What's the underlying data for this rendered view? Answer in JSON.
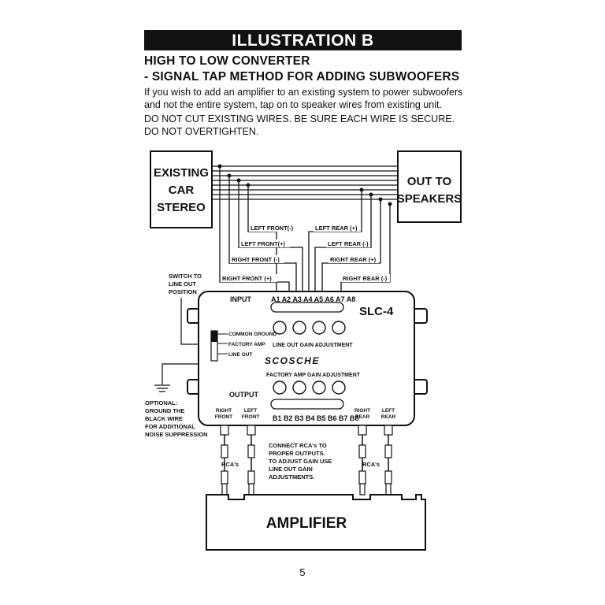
{
  "header": {
    "banner": "ILLUSTRATION B",
    "heading1": "HIGH TO LOW CONVERTER",
    "heading2": "- SIGNAL TAP METHOD FOR ADDING SUBWOOFERS",
    "para1_line1": "If you wish to add an amplifier to an existing system to power subwoofers",
    "para1_line2": "and not the entire system, tap on to speaker wires from existing unit.",
    "para2_line1": "DO NOT CUT EXISTING WIRES. BE SURE EACH WIRE IS SECURE.",
    "para2_line2": "DO NOT OVERTIGHTEN."
  },
  "diagram": {
    "stereo_line1": "EXISTING",
    "stereo_line2": "CAR",
    "stereo_line3": "STEREO",
    "speakers_line1": "OUT TO",
    "speakers_line2": "SPEAKERS",
    "wire_left_front_neg": "LEFT FRONT(-)",
    "wire_left_front_pos": "LEFT FRONT(+)",
    "wire_right_front_neg": "RIGHT FRONT (-)",
    "wire_right_front_pos": "RIGHT FRONT (+)",
    "wire_left_rear_pos": "LEFT REAR (+)",
    "wire_left_rear_neg": "LEFT REAR (-)",
    "wire_right_rear_pos": "RIGHT REAR (+)",
    "wire_right_rear_neg": "RIGHT REAR (-)",
    "switch_line1": "SWITCH TO",
    "switch_line2": "LINE OUT",
    "switch_line3": "POSITION",
    "input_label": "INPUT",
    "input_pins": "A1 A2 A3 A4 A5 A6 A7 A8",
    "model": "SLC-4",
    "switch_common_ground": "COMMON GROUND",
    "switch_factory_amp": "FACTORY AMP",
    "switch_line_out": "LINE OUT",
    "line_out_gain": "LINE OUT GAIN ADJUSTMENT",
    "brand": "SCOSCHE",
    "factory_amp_gain": "FACTORY AMP GAIN ADJUSTMENT",
    "output_label": "OUTPUT",
    "output_pins": "B1 B2 B3 B4 B5 B6 B7 B8",
    "out_right_front_1": "RIGHT",
    "out_right_front_2": "FRONT",
    "out_left_front_1": "LEFT",
    "out_left_front_2": "FRONT",
    "out_right_rear_1": "RIGHT",
    "out_right_rear_2": "REAR",
    "out_left_rear_1": "LEFT",
    "out_left_rear_2": "REAR",
    "ground_line1": "OPTIONAL:",
    "ground_line2": "GROUND THE",
    "ground_line3": "BLACK WIRE",
    "ground_line4": "FOR ADDITIONAL",
    "ground_line5": "NOISE SUPPRESSION",
    "rca_left": "RCA's",
    "rca_right": "RCA's",
    "note_line1": "CONNECT RCA's TO",
    "note_line2": "PROPER OUTPUTS.",
    "note_line3": "TO ADJUST GAIN USE",
    "note_line4": "LINE OUT GAIN",
    "note_line5": "ADJUSTMENTS.",
    "amplifier": "AMPLIFIER"
  },
  "footer": {
    "page_number": "5"
  }
}
